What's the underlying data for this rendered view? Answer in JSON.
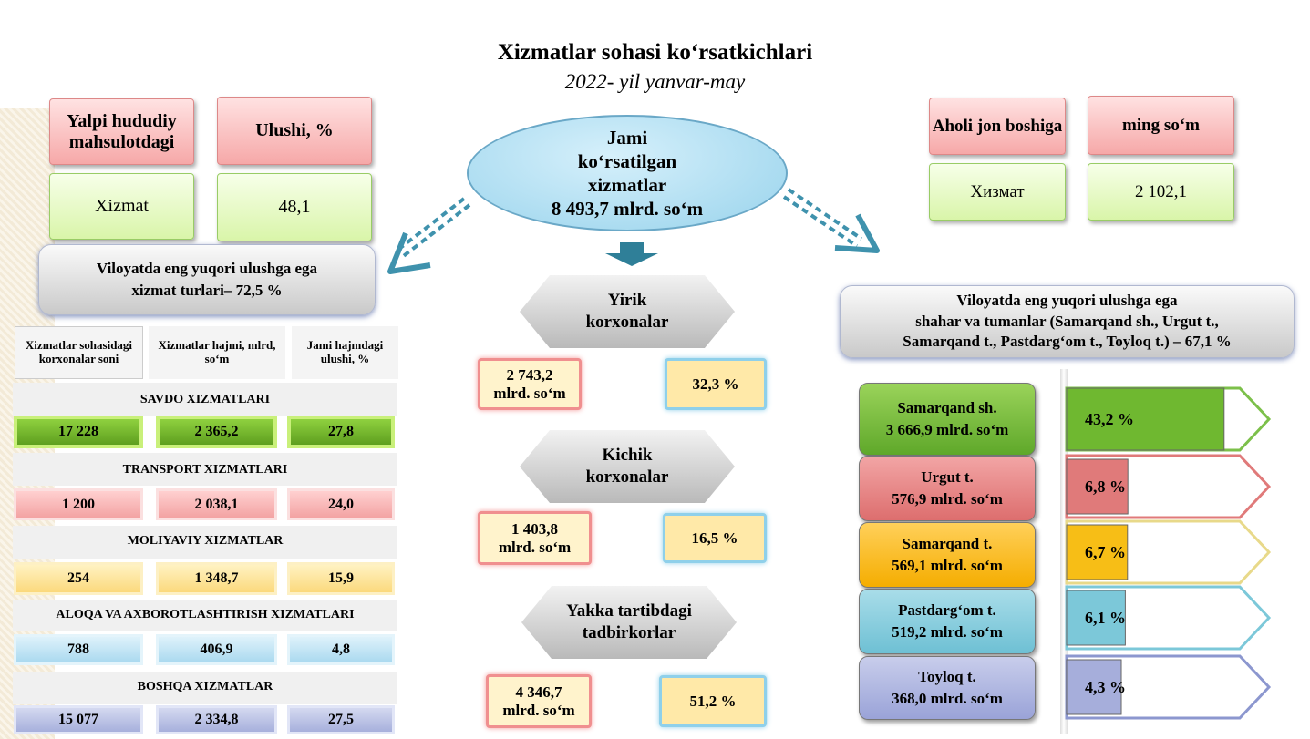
{
  "title": "Xizmatlar sohasi koʻrsatkichlari",
  "subtitle": "2022- yil yanvar-may",
  "left_top": {
    "h1": "Yalpi hududiy mahsulotdagi",
    "h2": "Ulushi, %",
    "v1": "Xizmat",
    "v2": "48,1"
  },
  "right_top": {
    "h1": "Aholi jon boshiga",
    "h2": "ming soʻm",
    "v1": "Хизмат",
    "v2": "2 102,1"
  },
  "center": {
    "line1": "Jami",
    "line2": "koʻrsatilgan",
    "line3": "xizmatlar",
    "line4": "8 493,7 mlrd. soʻm",
    "groups": [
      {
        "line1": "Yirik",
        "line2": "korxonalar",
        "amount1": "2 743,2",
        "amount2": "mlrd. soʻm",
        "share": "32,3 %"
      },
      {
        "line1": "Kichik",
        "line2": "korxonalar",
        "amount1": "1 403,8",
        "amount2": "mlrd. soʻm",
        "share": "16,5 %"
      },
      {
        "line1": "Yakka tartibdagi",
        "line2": "tadbirkorlar",
        "amount1": "4 346,7",
        "amount2": "mlrd. soʻm",
        "share": "51,2 %"
      }
    ]
  },
  "left_panel": {
    "header_line1": "Viloyatda eng yuqori ulushga ega",
    "header_line2": "xizmat turlari– 72,5 %",
    "col1": "Xizmatlar sohasidagi korxonalar soni",
    "col2": "Xizmatlar hajmi, mlrd, soʻm",
    "col3": "Jami hajmdagi ulushi, %",
    "rows": [
      {
        "name": "SAVDO XIZMATLARI",
        "count": "17 228",
        "volume": "2 365,2",
        "share": "27,8"
      },
      {
        "name": "TRANSPORT XIZMATLARI",
        "count": "1 200",
        "volume": "2 038,1",
        "share": "24,0"
      },
      {
        "name": "MOLIYAVIY XIZMATLAR",
        "count": "254",
        "volume": "1 348,7",
        "share": "15,9"
      },
      {
        "name": "ALOQA VA AXBOROTLASHTIRISH XIZMATLARI",
        "count": "788",
        "volume": "406,9",
        "share": "4,8"
      },
      {
        "name": "BOSHQA XIZMATLAR",
        "count": "15 077",
        "volume": "2 334,8",
        "share": "27,5"
      }
    ]
  },
  "right_panel": {
    "header_line1": "Viloyatda eng yuqori ulushga ega",
    "header_line2": "shahar va tumanlar (Samarqand sh., Urgut t.,",
    "header_line3": "Samarqand t., Pastdargʻom t., Toyloq t.) – 67,1 %"
  },
  "chart_data": {
    "type": "bar",
    "categories": [
      "Samarqand sh.",
      "Urgut t.",
      "Samarqand t.",
      "Pastdargʻom t.",
      "Toyloq t."
    ],
    "amounts": [
      "3 666,9 mlrd. soʻm",
      "576,9 mlrd. soʻm",
      "569,1 mlrd. soʻm",
      "519,2 mlrd. soʻm",
      "368,0 mlrd. soʻm"
    ],
    "values": [
      43.2,
      6.8,
      6.7,
      6.1,
      4.3
    ],
    "labels": [
      "43,2 %",
      "6,8 %",
      "6,7 %",
      "6,1 %",
      "4,3 %"
    ],
    "colors": [
      "#6fb830",
      "#e07a7a",
      "#f7be16",
      "#7cc8d9",
      "#a6aedb"
    ],
    "outline_colors": [
      "#7cc04a",
      "#e07a7a",
      "#e8d98a",
      "#7cc8d9",
      "#8c97cf"
    ],
    "xlim": [
      0,
      100
    ]
  }
}
